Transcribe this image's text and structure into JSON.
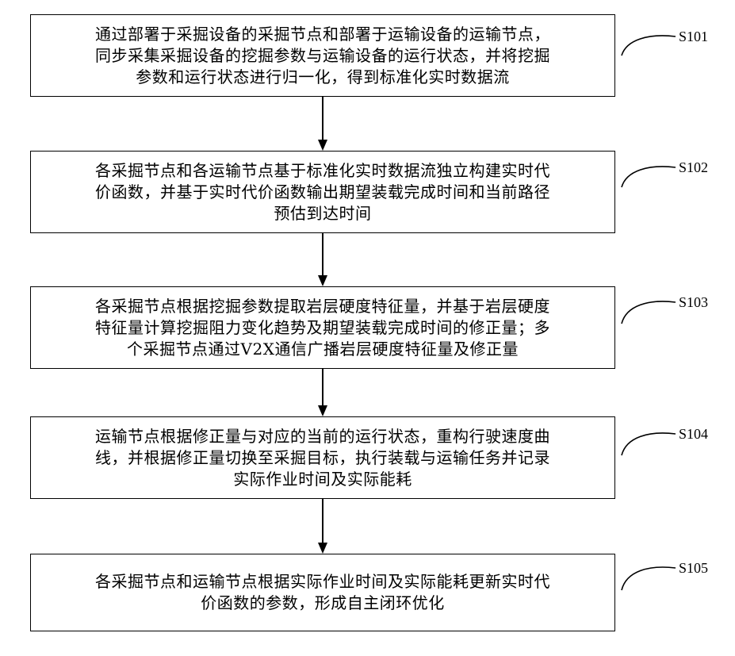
{
  "steps": [
    {
      "id": "S101",
      "text": "通过部署于采掘设备的采掘节点和部署于运输设备的运输节点，\n同步采集采掘设备的挖掘参数与运输设备的运行状态，并将挖掘\n参数和运行状态进行归一化，得到标准化实时数据流"
    },
    {
      "id": "S102",
      "text": "各采掘节点和各运输节点基于标准化实时数据流独立构建实时代\n价函数，并基于实时代价函数输出期望装载完成时间和当前路径\n预估到达时间"
    },
    {
      "id": "S103",
      "text": "各采掘节点根据挖掘参数提取岩层硬度特征量，并基于岩层硬度\n特征量计算挖掘阻力变化趋势及期望装载完成时间的修正量；多\n个采掘节点通过V2X通信广播岩层硬度特征量及修正量"
    },
    {
      "id": "S104",
      "text": "运输节点根据修正量与对应的当前的运行状态，重构行驶速度曲\n线，并根据修正量切换至采掘目标，执行装载与运输任务并记录\n实际作业时间及实际能耗"
    },
    {
      "id": "S105",
      "text": "各采掘节点和运输节点根据实际作业时间及实际能耗更新实时代\n价函数的参数，形成自主闭环优化"
    }
  ]
}
